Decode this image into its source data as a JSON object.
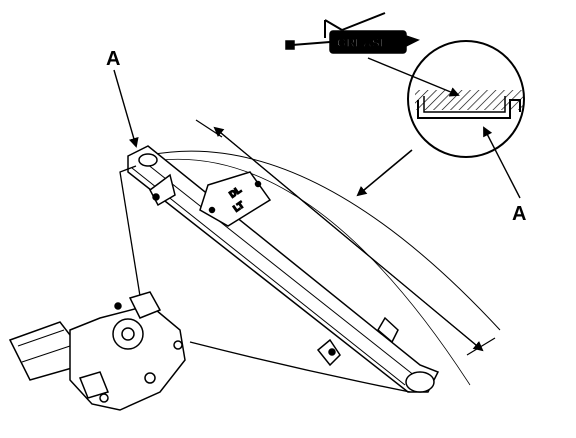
{
  "labels": {
    "callout_a_top": "A",
    "callout_a_right": "A",
    "grease": "GREASE"
  },
  "slider_markings": {
    "line1": "DL",
    "line2": "LT"
  },
  "colors": {
    "ink": "#000000",
    "paper": "#ffffff"
  }
}
